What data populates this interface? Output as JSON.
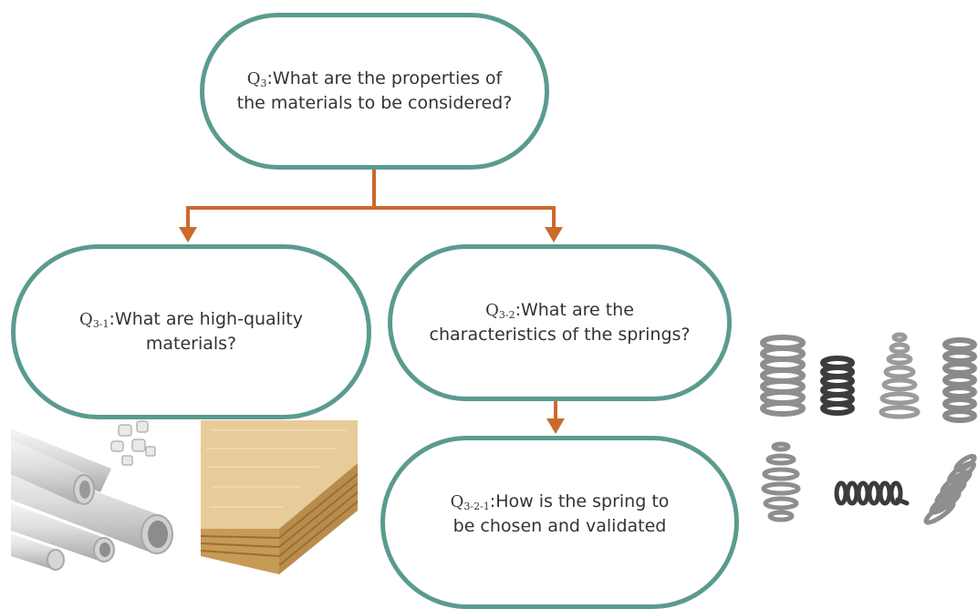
{
  "accent_color": "#5a9b8f",
  "arrow_color": "#cc6a2c",
  "nodes": {
    "q3": {
      "id_base": "Q",
      "id_sub": "3",
      "text_line1": ":What are the properties of",
      "text_line2": "the materials to be considered?"
    },
    "q3_1": {
      "id_base": "Q",
      "id_sub": "3-1",
      "text_line1": ":What are high-quality",
      "text_line2": "materials?"
    },
    "q3_2": {
      "id_base": "Q",
      "id_sub": "3-2",
      "text_line1": ":What are the",
      "text_line2": "characteristics of the springs?"
    },
    "q3_2_1": {
      "id_base": "Q",
      "id_sub": "3-2-1",
      "text_line1": ":How is the spring to",
      "text_line2": "be chosen and validated"
    }
  },
  "images": {
    "pipes": "pvc-pipes-and-fittings",
    "plywood": "plywood-layers",
    "springs": "assorted-springs"
  }
}
